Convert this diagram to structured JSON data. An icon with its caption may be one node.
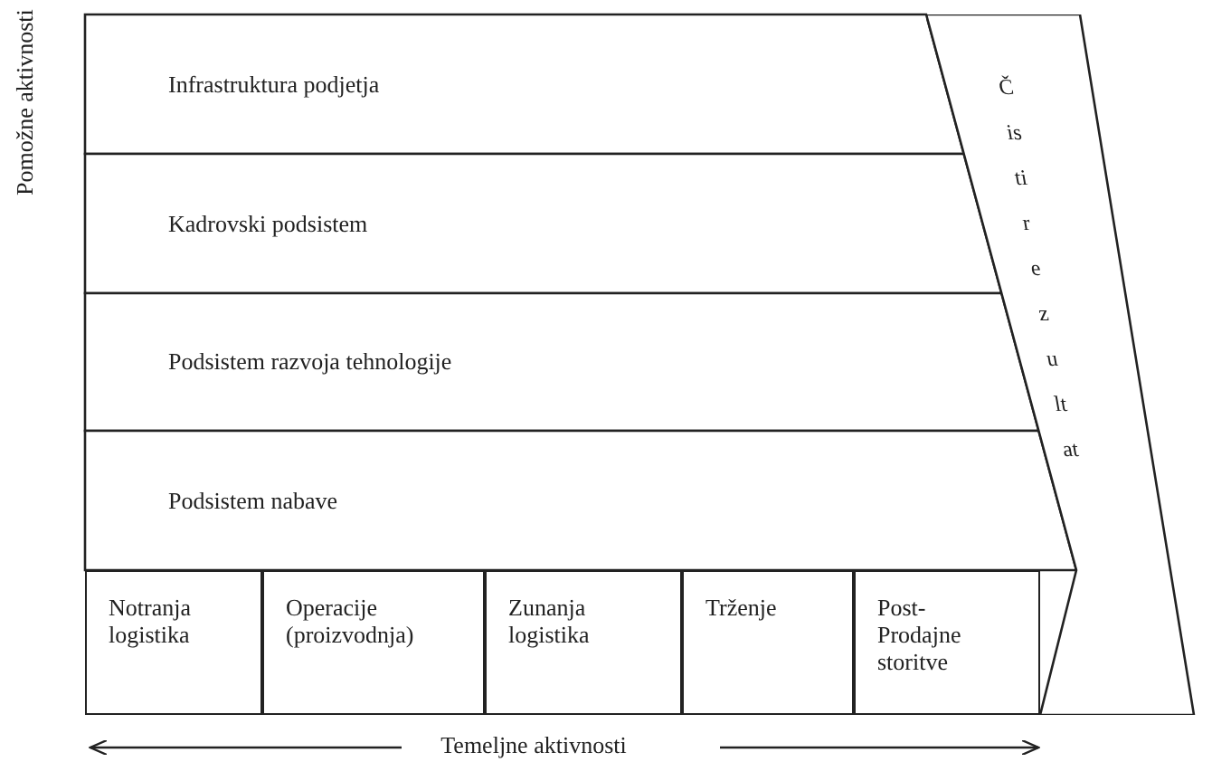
{
  "diagram": {
    "nodes": [
      {
        "text": [
          "Infrastruktura podjetja"
        ]
      },
      {
        "text": [
          "Kadrovski podsistem"
        ]
      },
      {
        "text": [
          "Podsistem razvoja tehnologije"
        ]
      },
      {
        "text": [
          "Podsistem nabave"
        ]
      },
      {
        "text": [
          "Notranja logistika"
        ]
      },
      {
        "text": [
          "Operacije (proizvodnja)"
        ]
      },
      {
        "text": [
          "Zunanja logistika"
        ]
      },
      {
        "text": [
          "Trženje"
        ]
      },
      {
        "text": [
          "Post-Prodajne storitve"
        ]
      },
      {
        "text": [
          "Čisti rezultat"
        ]
      }
    ],
    "labels": [
      "Pomožne aktivnosti",
      "Temeljne aktivnosti"
    ]
  }
}
